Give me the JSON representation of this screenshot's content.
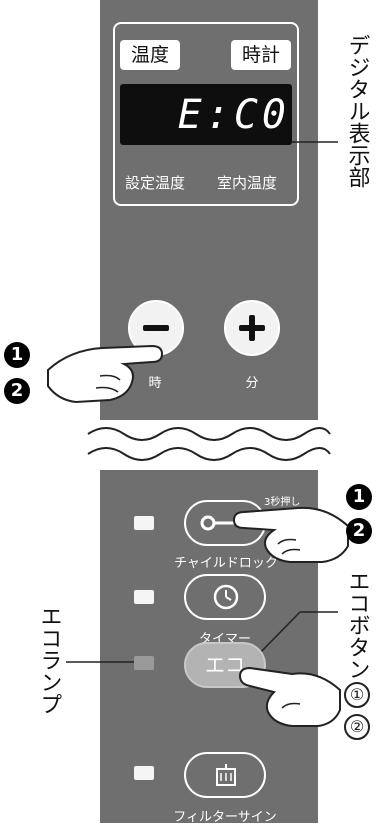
{
  "display": {
    "tag_temp": "温度",
    "tag_clock": "時計",
    "lcd_text": "E:C0",
    "set_temp_label": "設定温度",
    "room_temp_label": "室内温度"
  },
  "callouts": {
    "digital_display": "デジタル表示部",
    "eco_button": "エコボタン",
    "eco_lamp": "エコランプ"
  },
  "buttons": {
    "minus_label": "時",
    "plus_label": "分",
    "child_lock_label": "チャイルドロック",
    "child_lock_hint": "3秒押し",
    "timer_label": "タイマー",
    "eco_text": "エコ",
    "filter_label": "フィルターサイン"
  },
  "steps": {
    "left_1": "1",
    "left_2": "2",
    "right_1": "1",
    "right_2": "2",
    "circled_1": "①",
    "circled_2": "②"
  },
  "colors": {
    "panel": "#6f6f6f",
    "lcd": "#0e0e0e",
    "eco_button": "#b3b3b3",
    "eco_lamp": "#9a9a9a"
  }
}
